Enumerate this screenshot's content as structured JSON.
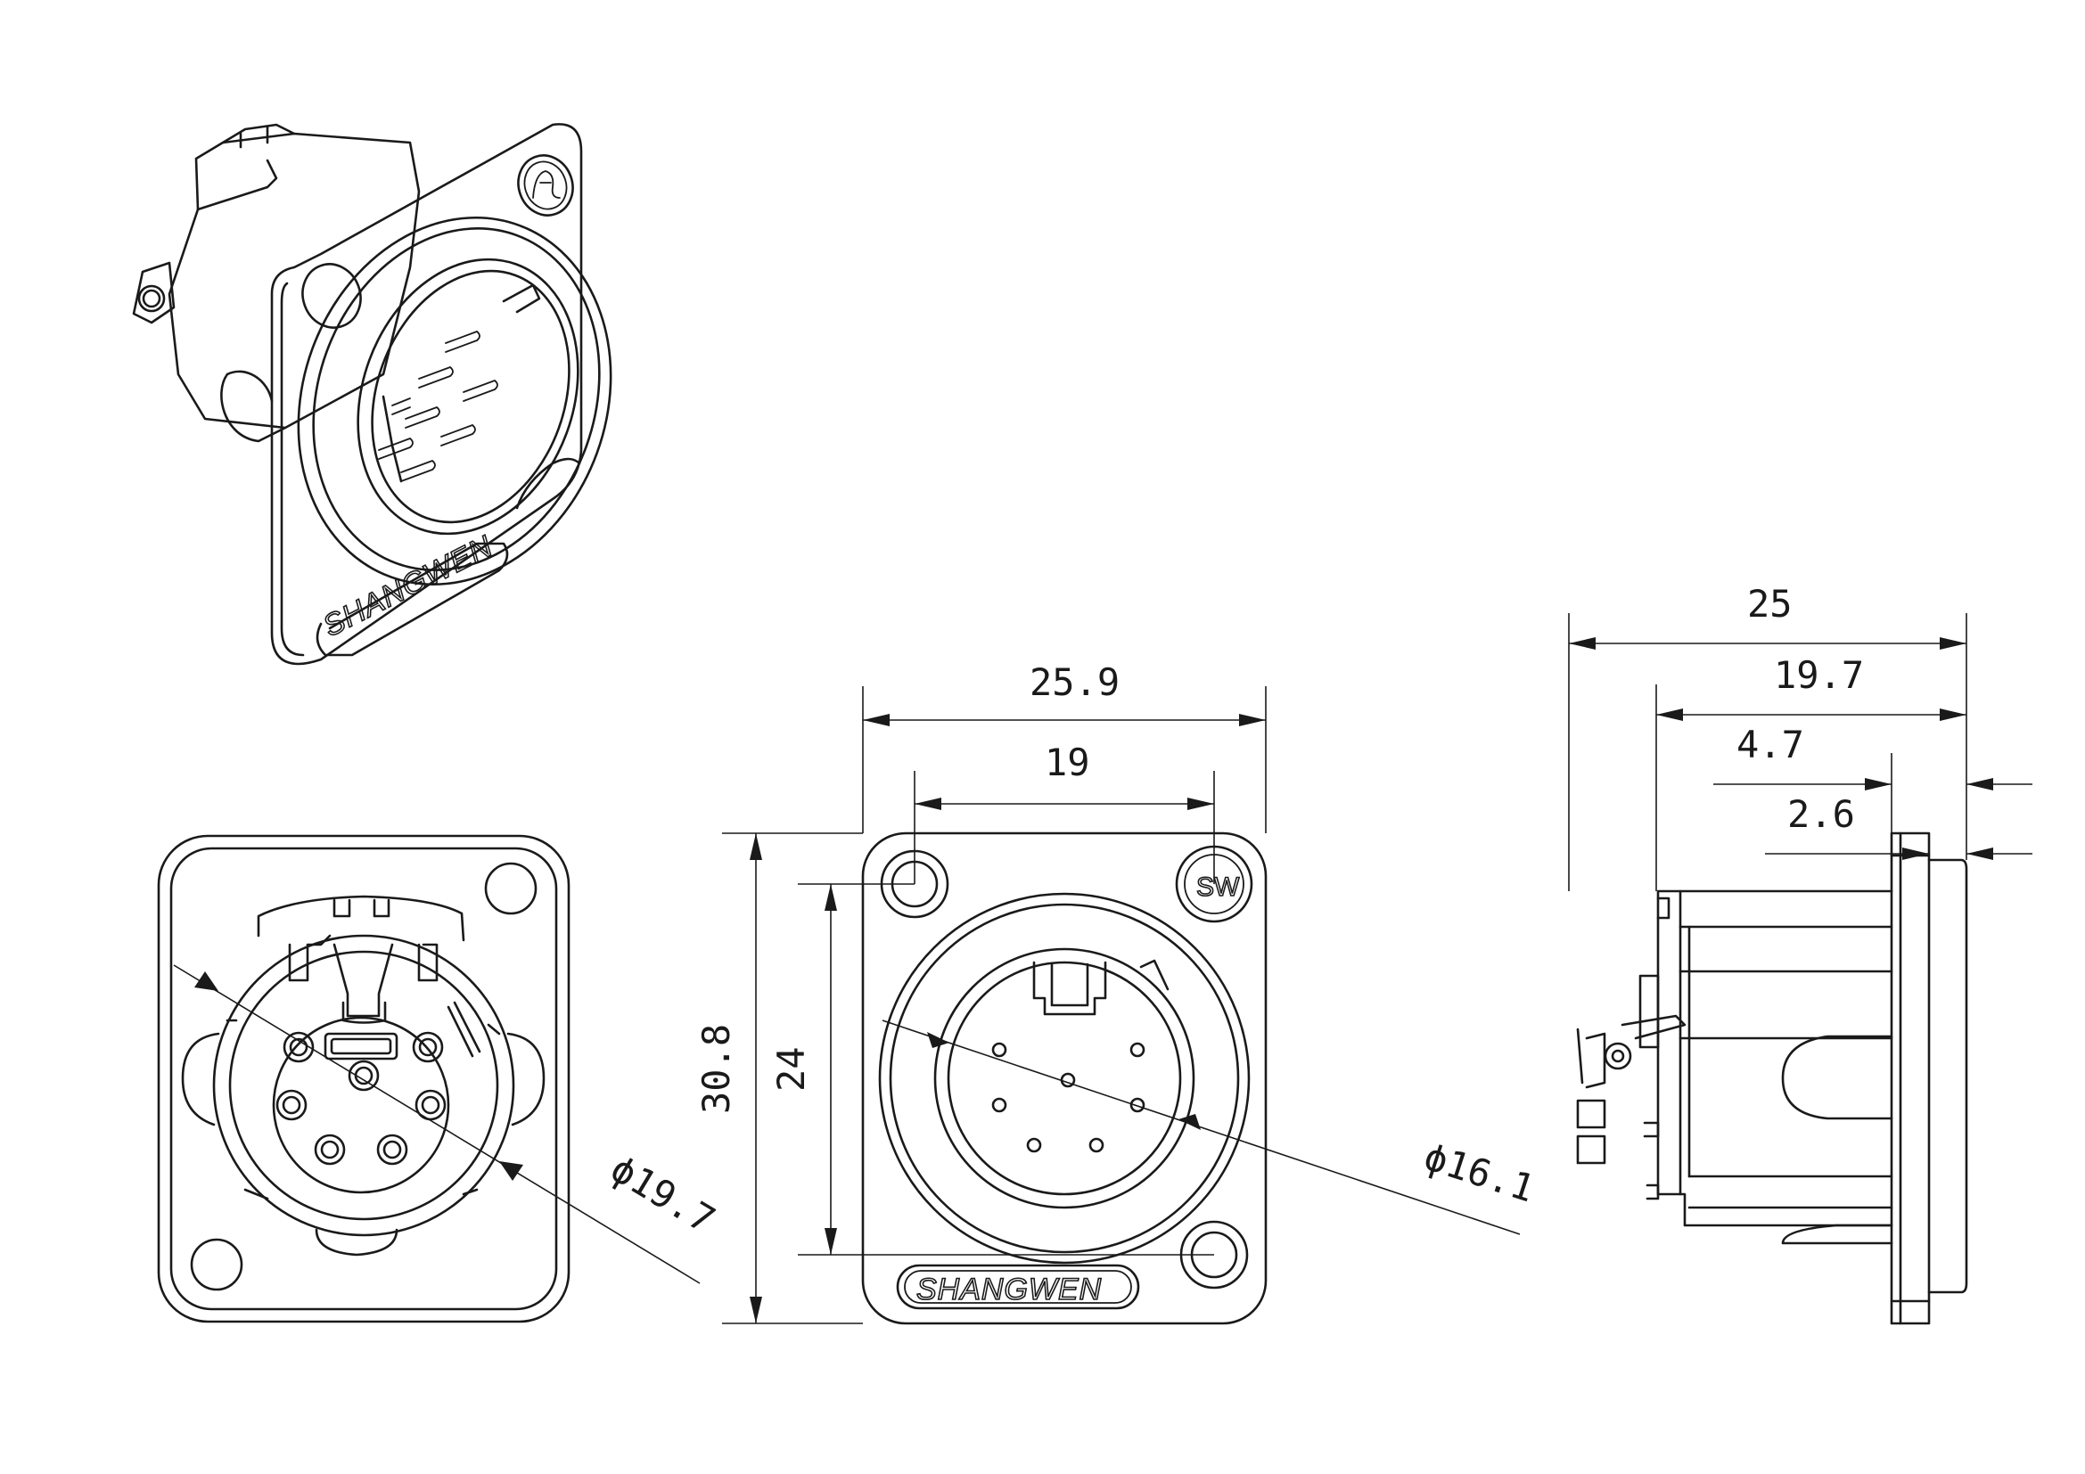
{
  "brand": "SHANGWEN",
  "logo_text": "SW",
  "front_view": {
    "width_overall": "25.9",
    "hole_spacing_h": "19",
    "height_overall": "30.8",
    "hole_spacing_v": "24",
    "insert_diameter": "ϕ16.1"
  },
  "rear_view": {
    "body_diameter": "ϕ19.7"
  },
  "side_view": {
    "depth_overall": "25",
    "depth_body": "19.7",
    "flange_offset": "4.7",
    "flange_thickness": "2.6"
  }
}
